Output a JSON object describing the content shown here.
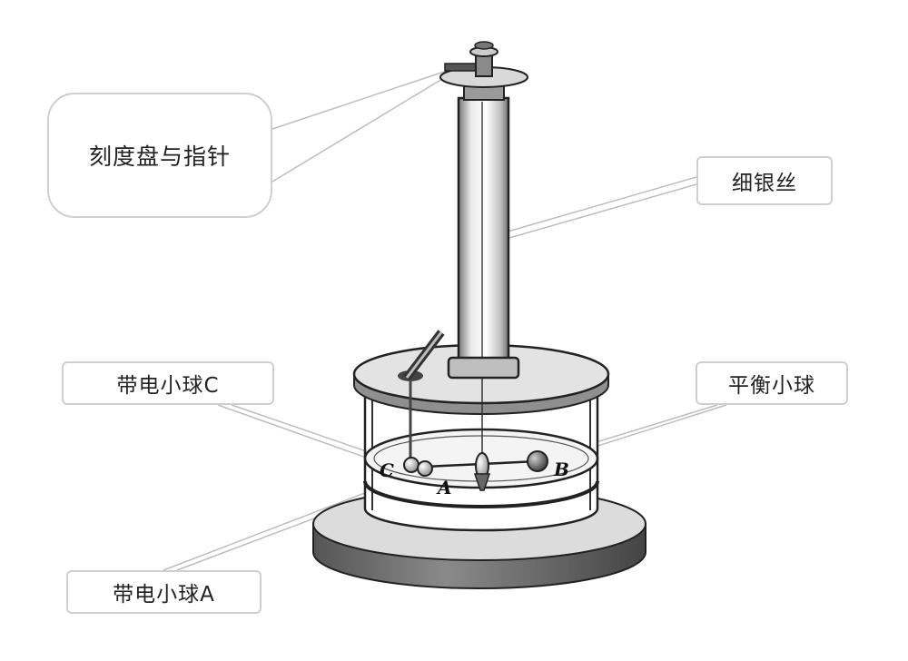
{
  "labels": {
    "dial_pointer": "刻度盘与指针",
    "fine_wire": "细银丝",
    "charged_ball_c": "带电小球C",
    "balance_ball": "平衡小球",
    "charged_ball_a": "带电小球A"
  },
  "ball_letters": {
    "c": "C",
    "a": "A",
    "b": "B"
  }
}
